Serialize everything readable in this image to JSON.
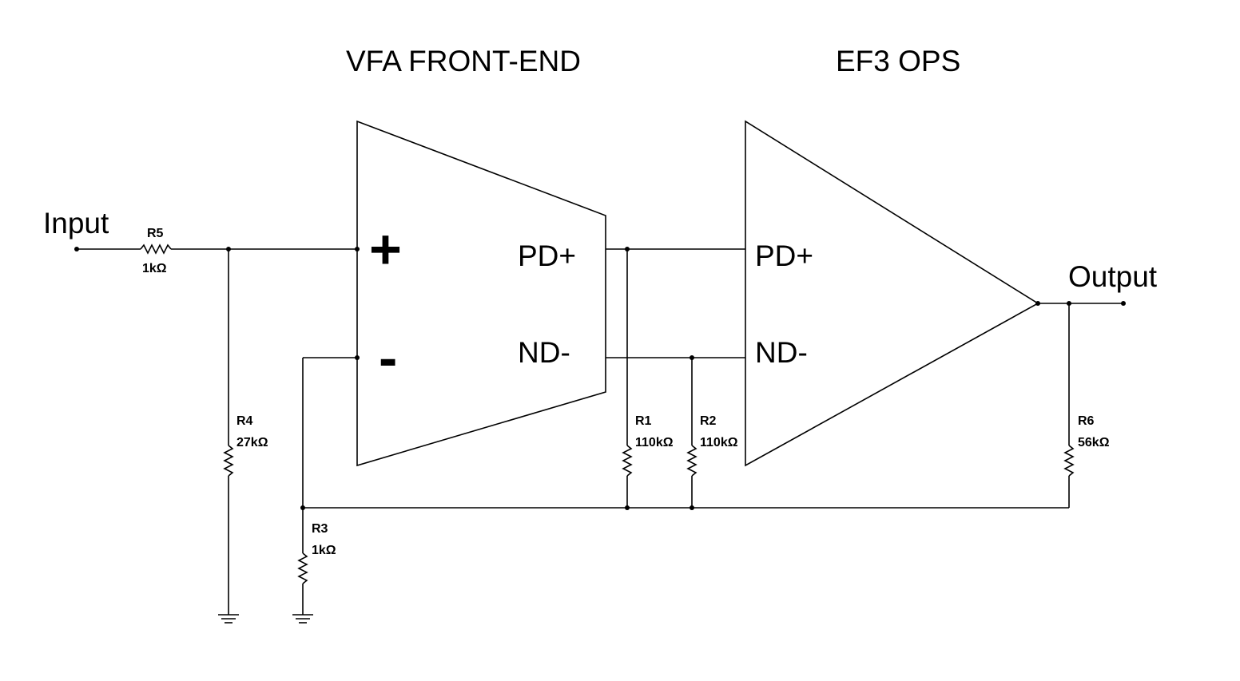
{
  "titles": {
    "front_end": "VFA FRONT-END",
    "output_stage": "EF3 OPS"
  },
  "ports": {
    "input": "Input",
    "output": "Output"
  },
  "front_end": {
    "plus": "+",
    "minus": "-",
    "out_pos": "PD+",
    "out_neg": "ND-"
  },
  "output_stage": {
    "in_pos": "PD+",
    "in_neg": "ND-"
  },
  "resistors": {
    "r1": {
      "ref": "R1",
      "value": "110kΩ"
    },
    "r2": {
      "ref": "R2",
      "value": "110kΩ"
    },
    "r3": {
      "ref": "R3",
      "value": "1kΩ"
    },
    "r4": {
      "ref": "R4",
      "value": "27kΩ"
    },
    "r5": {
      "ref": "R5",
      "value": "1kΩ"
    },
    "r6": {
      "ref": "R6",
      "value": "56kΩ"
    }
  }
}
